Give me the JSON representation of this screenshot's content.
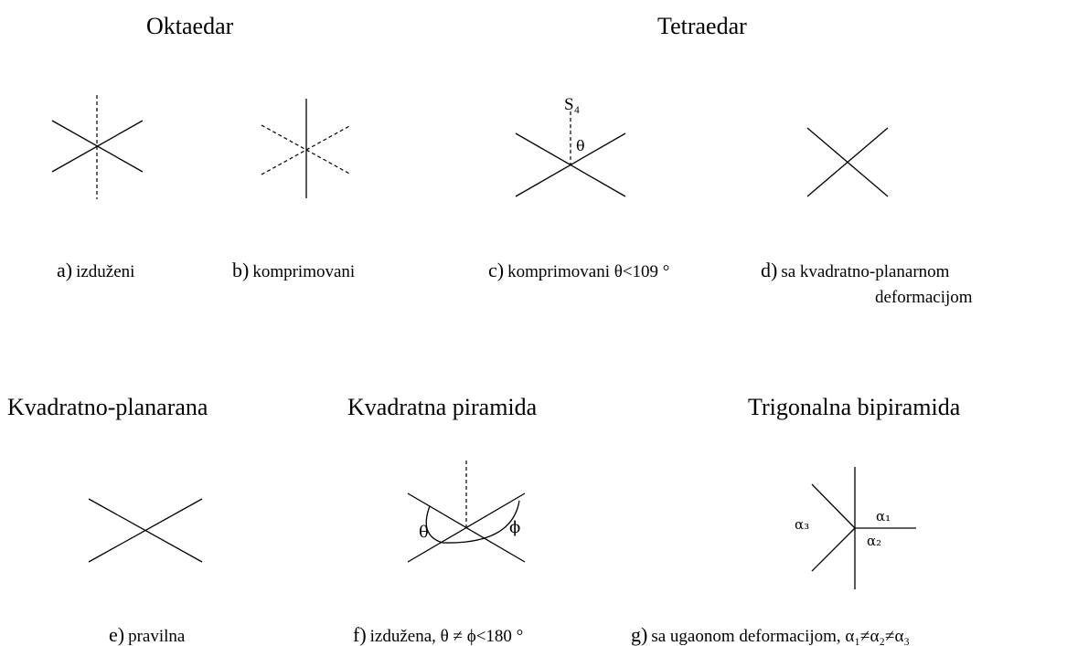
{
  "headings": {
    "oktaedar": "Oktaedar",
    "tetraedar": "Tetraedar",
    "kvadratno_planarana": "Kvadratno-planarana",
    "kvadratna_piramida": "Kvadratna piramida",
    "trigonalna_bipiramida": "Trigonalna bipiramida"
  },
  "captions": {
    "a": {
      "prefix": "a)",
      "text": "izduženi"
    },
    "b": {
      "prefix": "b)",
      "text": "komprimovani"
    },
    "c": {
      "prefix": "c)",
      "text": "komprimovani θ<109 °"
    },
    "d": {
      "prefix": "d)",
      "text": "sa kvadratno-planarnom",
      "text2": "deformacijom"
    },
    "e": {
      "prefix": "e)",
      "text": "pravilna"
    },
    "f": {
      "prefix": "f)",
      "text": "izdužena, θ ≠ ϕ<180 °"
    },
    "g": {
      "prefix": "g)",
      "text": "sa ugaonom deformacijom,  α₁≠α₂≠α₃"
    }
  },
  "symbols": {
    "s4": "S₄",
    "theta": "θ",
    "phi": "ϕ",
    "alpha1": "α₁",
    "alpha2": "α₂",
    "alpha3": "α₃"
  }
}
